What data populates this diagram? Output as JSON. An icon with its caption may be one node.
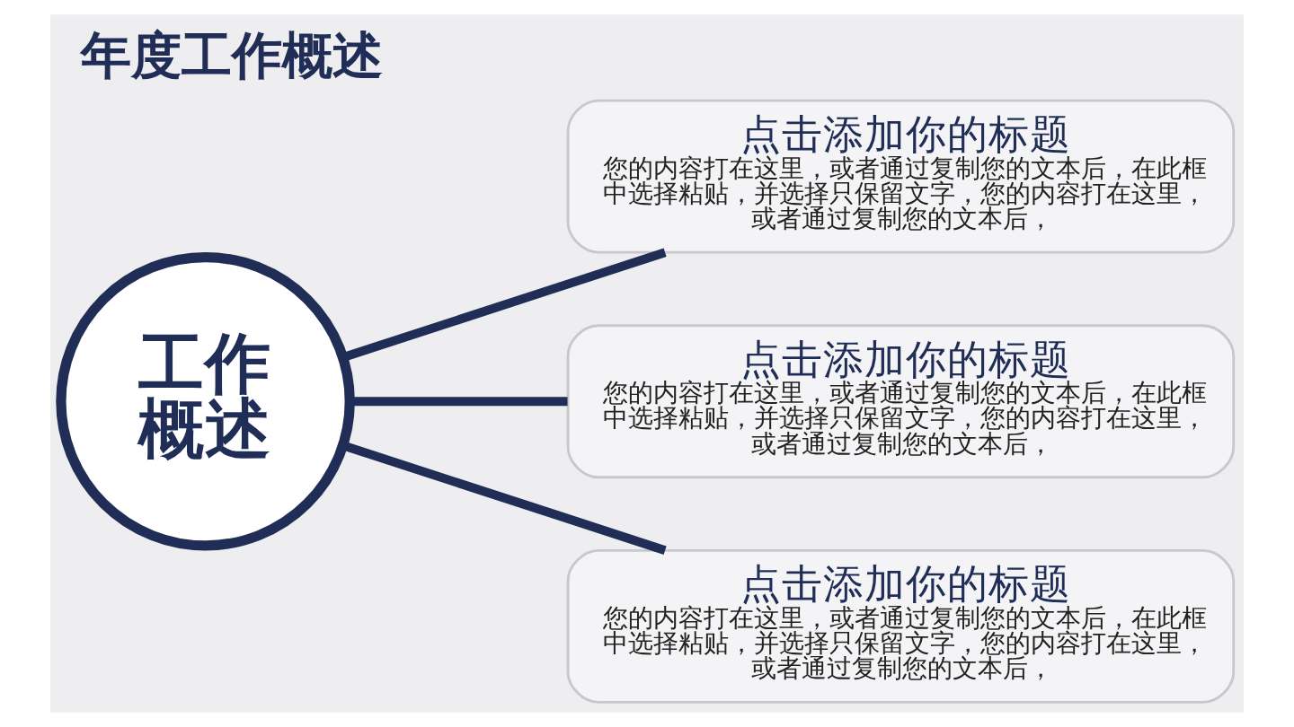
{
  "diagram": {
    "title": "年度工作概述",
    "nodes": [
      {
        "text": [
          "工作概述"
        ]
      },
      {
        "text": [
          "点击添加你的标题",
          "您的内容打在这里，或者通过复制您的文本后，在此框中选择粘贴，并选择只保留文字，您的内容打在这里，或者通过复制您的文本后，"
        ]
      },
      {
        "text": [
          "点击添加你的标题",
          "您的内容打在这里，或者通过复制您的文本后，在此框中选择粘贴，并选择只保留文字，您的内容打在这里，或者通过复制您的文本后，"
        ]
      },
      {
        "text": [
          "点击添加你的标题",
          "您的内容打在这里，或者通过复制您的文本后，在此框中选择粘贴，并选择只保留文字，您的内容打在这里，或者通过复制您的文本后，"
        ]
      }
    ],
    "edges": [
      {
        "from": 0,
        "to": 1,
        "arrow": "none"
      },
      {
        "from": 0,
        "to": 2,
        "arrow": "none"
      },
      {
        "from": 0,
        "to": 3,
        "arrow": "none"
      }
    ]
  }
}
